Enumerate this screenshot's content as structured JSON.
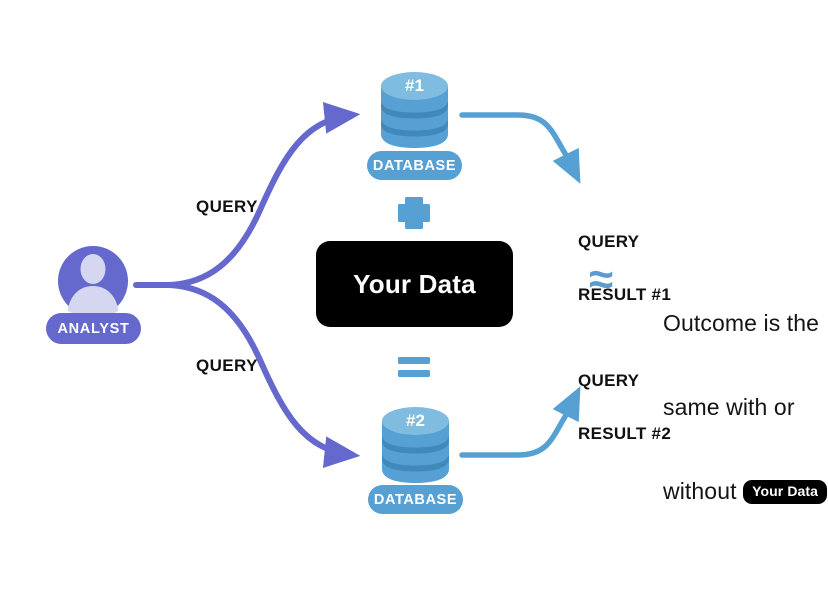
{
  "diagram": {
    "title": "Data relevance / query outcome comparison diagram",
    "colors": {
      "purple": "#6568CC",
      "purple_light": "#D5D6F0",
      "blue": "#57A0D3",
      "blue_dark": "#4189BB",
      "blue_light": "#7FBCE0",
      "black": "#000000",
      "white": "#FFFFFF",
      "background": "#FFFFFF"
    },
    "actor": {
      "avatar_name": "analyst-avatar",
      "label": "ANALYST"
    },
    "branches": [
      {
        "id": "branch-top",
        "query_label": "QUERY",
        "database": {
          "badge": "#1",
          "label": "DATABASE"
        },
        "result_line1": "QUERY",
        "result_line2": "RESULT #1"
      },
      {
        "id": "branch-bottom",
        "query_label": "QUERY",
        "database": {
          "badge": "#2",
          "label": "DATABASE"
        },
        "result_line1": "QUERY",
        "result_line2": "RESULT #2"
      }
    ],
    "center": {
      "operator_top": "+",
      "operator_bottom": "=",
      "box_label": "Your Data"
    },
    "conclusion": {
      "symbol": "≈",
      "text_line1": "Outcome is the",
      "text_line2": "same with or",
      "text_line3": "without",
      "chip": "Your Data"
    }
  }
}
